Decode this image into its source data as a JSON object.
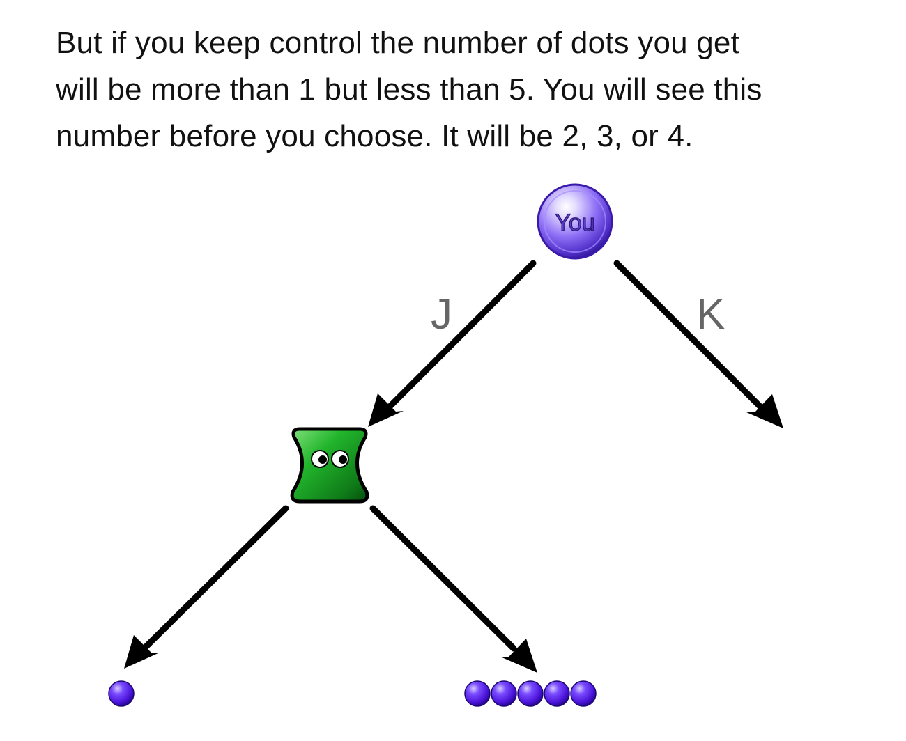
{
  "instruction": {
    "lines": [
      "But if you keep control the number of dots you get",
      "will be more than 1 but less than 5.  You will see this",
      "number before you choose.  It will be 2, 3, or 4."
    ]
  },
  "tree": {
    "root_node": {
      "label": "You",
      "color": "#7a5cf0"
    },
    "left_choice_label": "J",
    "right_choice_label": "K",
    "opponent_node": {
      "icon": "green-hourglass-creature-icon",
      "color": "#1f9a2a"
    },
    "outcomes": {
      "left": {
        "dot_count": 1,
        "dot_color": "#5a1ee0"
      },
      "right": {
        "dot_count": 5,
        "dot_color": "#5a1ee0"
      }
    }
  },
  "colors": {
    "arrow": "#000000",
    "text": "#111111",
    "choice_label": "#666666"
  }
}
